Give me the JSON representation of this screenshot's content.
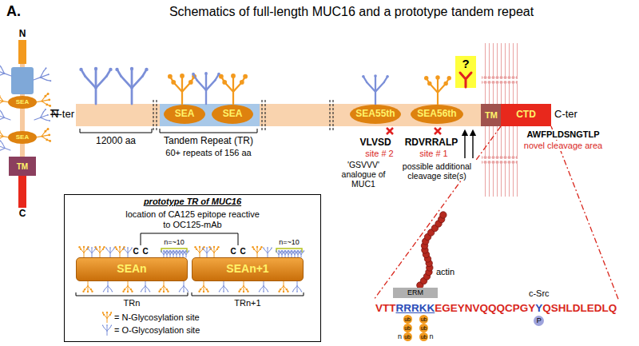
{
  "diagram": {
    "title": "Schematics of full-length MUC16 and a prototype tandem repeat",
    "nodes": [
      {
        "text": [
          "N"
        ]
      },
      {
        "text": [
          "SEA"
        ]
      },
      {
        "text": [
          "SEA"
        ]
      },
      {
        "text": [
          "TM"
        ]
      },
      {
        "text": [
          "C"
        ]
      },
      {
        "text": [
          "SEA"
        ]
      },
      {
        "text": [
          "SEA"
        ]
      },
      {
        "text": [
          "SEA55th"
        ]
      },
      {
        "text": [
          "SEA56th"
        ]
      },
      {
        "text": [
          "?"
        ]
      },
      {
        "text": [
          "TM"
        ]
      },
      {
        "text": [
          "CTD"
        ]
      },
      {
        "text": [
          "prototype TR of MUC16"
        ]
      },
      {
        "text": [
          "SEAn"
        ],
        "in": 12
      },
      {
        "text": [
          "SEAn+1"
        ],
        "in": 12
      },
      {
        "text": [
          "ERM"
        ]
      },
      {
        "text": [
          "ub"
        ]
      },
      {
        "text": [
          "ub"
        ]
      },
      {
        "text": [
          "ub"
        ]
      },
      {
        "text": [
          "ub"
        ]
      },
      {
        "text": [
          "ub"
        ]
      },
      {
        "text": [
          "ub"
        ]
      },
      {
        "text": [
          "P"
        ]
      }
    ],
    "labels": [
      "A.",
      "=",
      "N-ter",
      "C-ter",
      "12000 aa",
      "Tandem Repeat (TR)",
      "60+ repeats of 156 aa",
      "VLVSD",
      "RDVRRALP",
      "site # 2",
      "site # 1",
      "'GSVVV' analogue of MUC1",
      "possible additional cleavage site(s)",
      "AWFPLDSNGTLP",
      "novel cleavage area",
      "location of CA125 epitope reactive to OC125-mAb",
      "C",
      "C",
      "C",
      "C",
      "n=~10",
      "n=~10",
      "TRn",
      "TRn+1",
      "actin",
      "c-Src",
      "VTT",
      "RRRKK",
      "EGEYNVQQQCPGY",
      "Y",
      "QSHLDLEDLQ",
      "n",
      "n"
    ],
    "legend": [
      {
        "text": "= N-Glycosylation site",
        "color": "#f39a1e"
      },
      {
        "text": "= O-Glycosylation site",
        "color": "#7b8fd8"
      }
    ]
  }
}
